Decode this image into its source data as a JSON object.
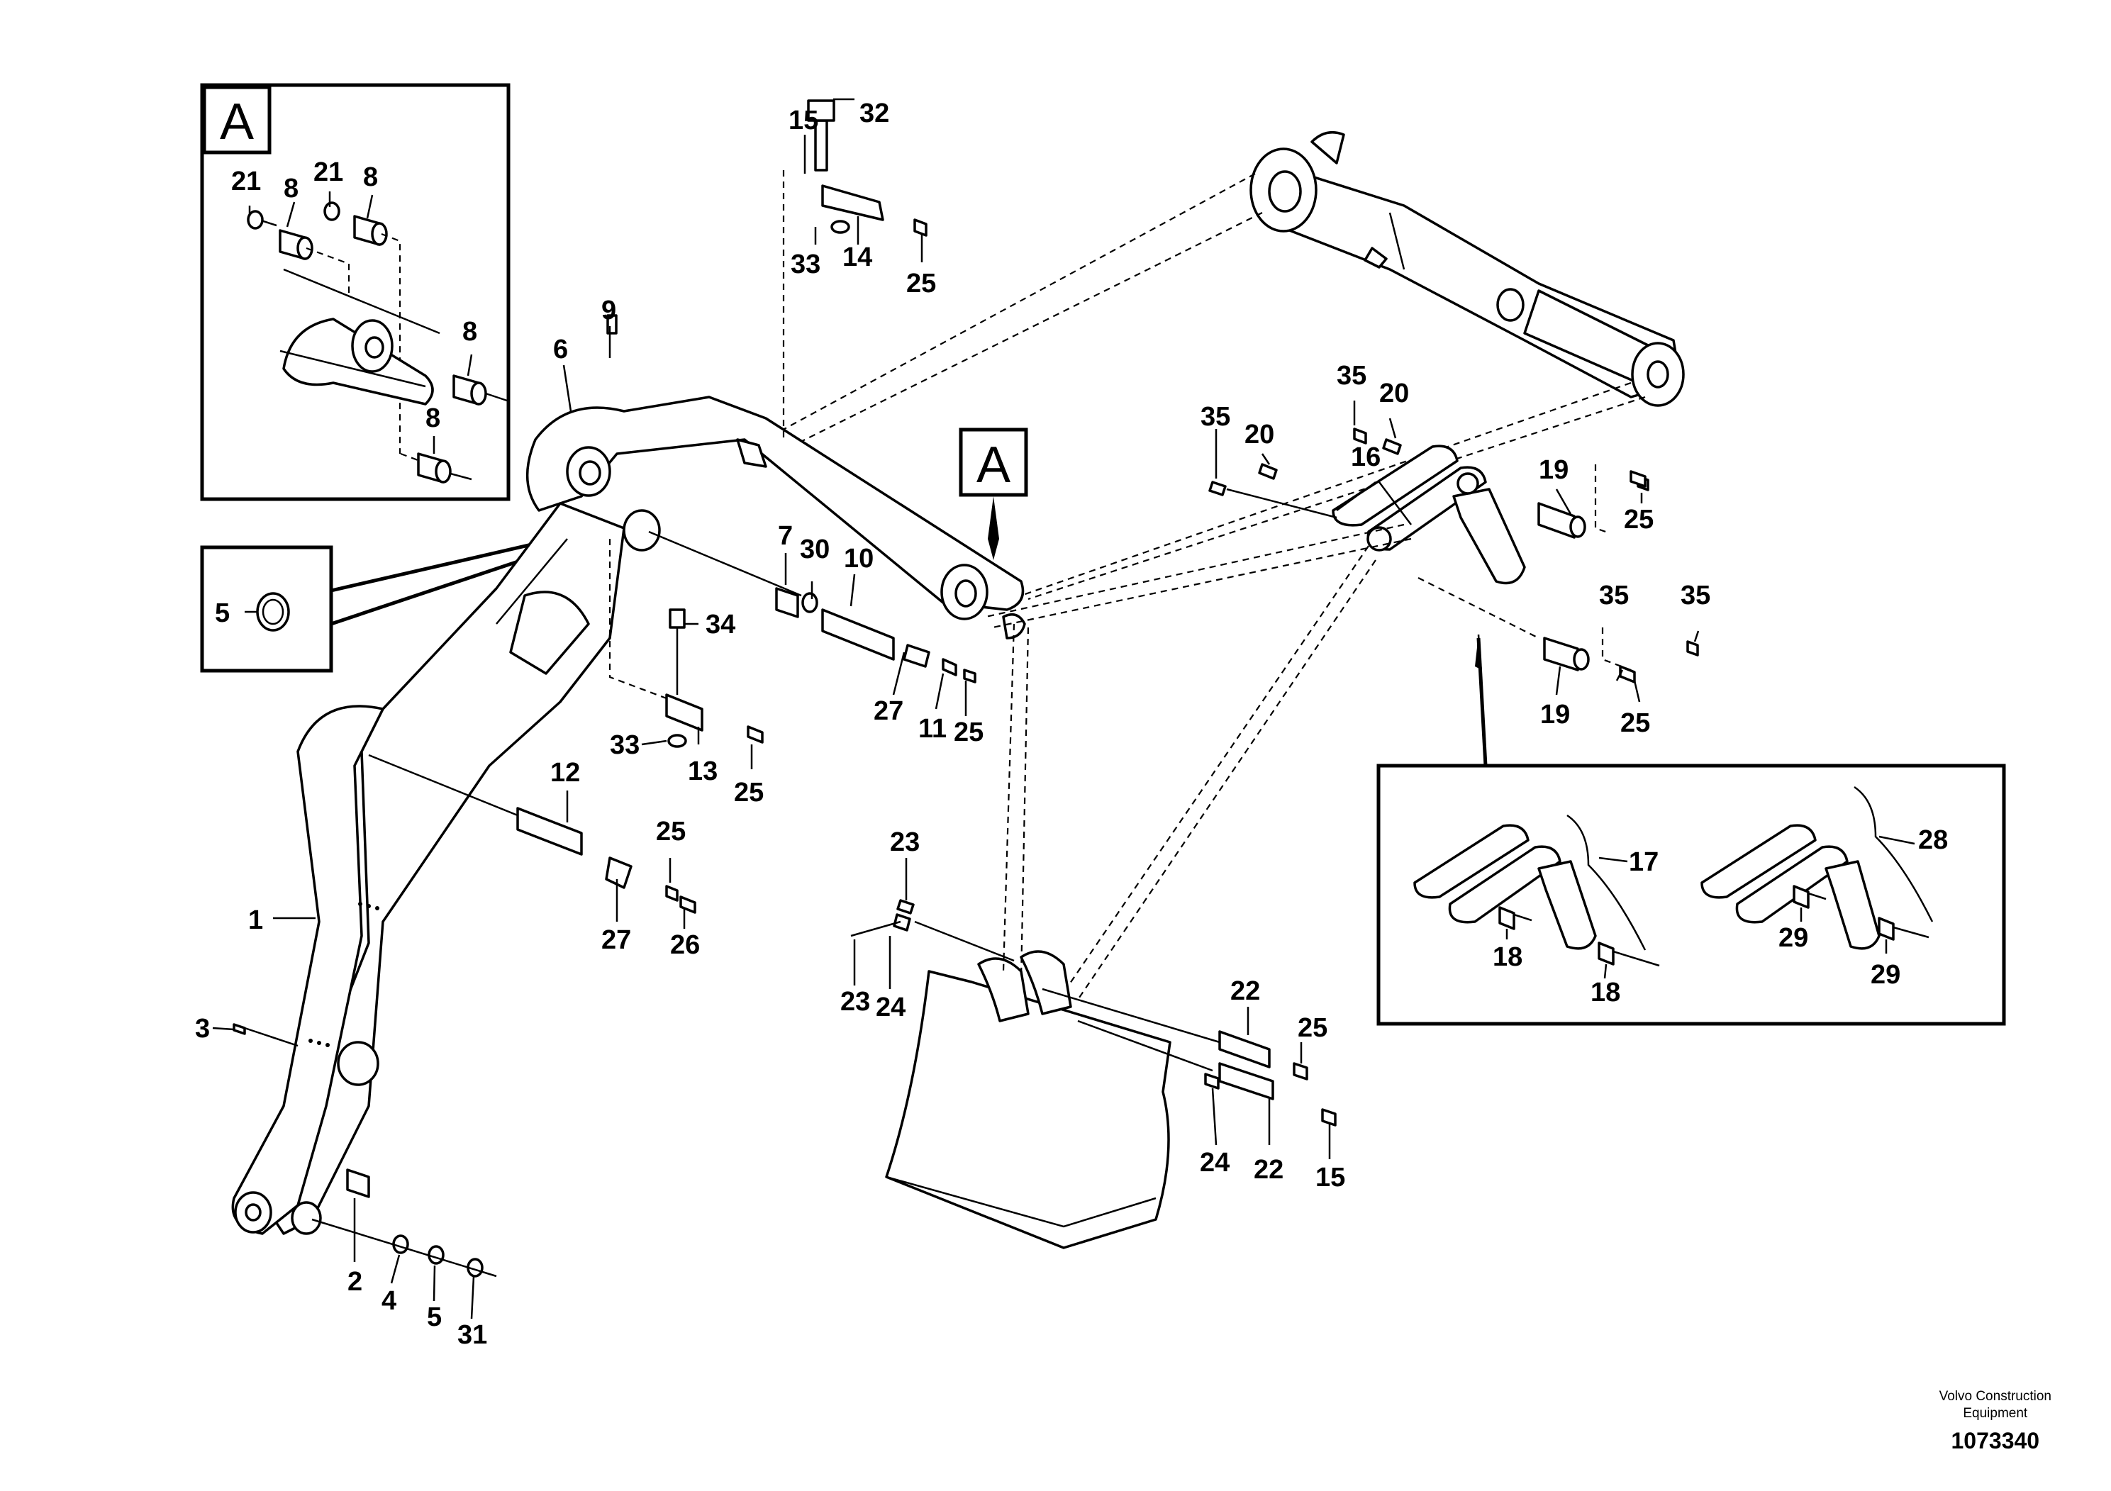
{
  "detail_box": {
    "letter": "A"
  },
  "callout_marker": {
    "letter": "A"
  },
  "footer": {
    "brand_line1": "Volvo Construction",
    "brand_line2": "Equipment",
    "drawing_number": "1073340"
  },
  "labels": {
    "l_32": "32",
    "l_15a": "15",
    "l_33a": "33",
    "l_14": "14",
    "l_25a": "25",
    "l_21a": "21",
    "l_8a": "8",
    "l_21b": "21",
    "l_8b": "8",
    "l_8c": "8",
    "l_8d": "8",
    "l_9": "9",
    "l_6": "6",
    "l_5a": "5",
    "l_7": "7",
    "l_30": "30",
    "l_10": "10",
    "l_34": "34",
    "l_33b": "33",
    "l_13": "13",
    "l_25b": "25",
    "l_27a": "27",
    "l_11": "11",
    "l_25c": "25",
    "l_12": "12",
    "l_25d": "25",
    "l_27b": "27",
    "l_26": "26",
    "l_1": "1",
    "l_3": "3",
    "l_2": "2",
    "l_4": "4",
    "l_5b": "5",
    "l_31": "31",
    "l_35a": "35",
    "l_20a": "20",
    "l_35b": "35",
    "l_20b": "20",
    "l_16": "16",
    "l_19a": "19",
    "l_25e": "25",
    "l_35c": "35",
    "l_35d": "35",
    "l_19b": "19",
    "l_25f": "25",
    "l_17": "17",
    "l_18a": "18",
    "l_18b": "18",
    "l_28": "28",
    "l_29a": "29",
    "l_29b": "29",
    "l_23a": "23",
    "l_23b": "23",
    "l_24a": "24",
    "l_22a": "22",
    "l_25g": "25",
    "l_24b": "24",
    "l_22b": "22",
    "l_15b": "15"
  }
}
